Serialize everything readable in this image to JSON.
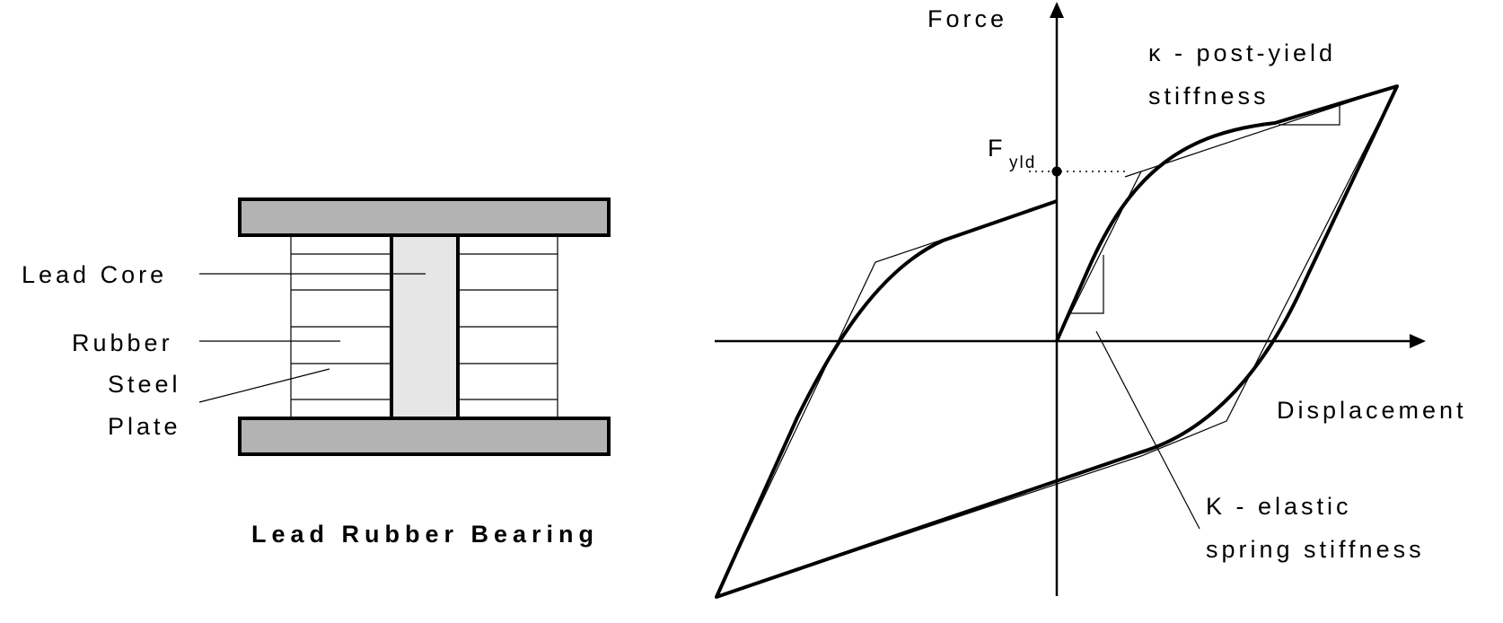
{
  "bearing": {
    "title": "Lead Rubber Bearing",
    "labels": {
      "lead_core": "Lead Core",
      "rubber": "Rubber",
      "steel_line1": "Steel",
      "steel_line2": "Plate"
    },
    "colors": {
      "plate": "#b3b3b3",
      "core": "#e6e6e6",
      "line": "#000000"
    }
  },
  "hysteresis": {
    "y_axis_label": "Force",
    "x_axis_label": "Displacement",
    "fyield_main": "F",
    "fyield_sub": "yld",
    "kappa_line1": "κ - post-yield",
    "kappa_line2": "stiffness",
    "k_line1": "K - elastic",
    "k_line2": "spring stiffness"
  }
}
